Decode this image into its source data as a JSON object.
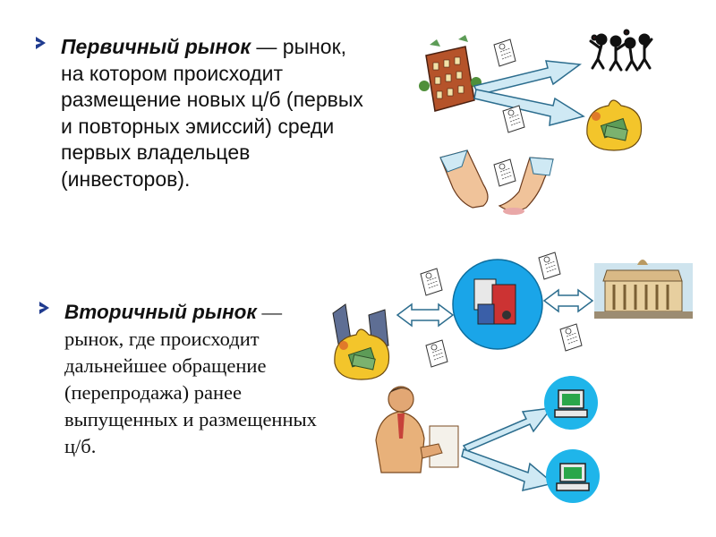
{
  "primary": {
    "term": "Первичный рынок",
    "dash": " — ",
    "definition": "рынок, на котором происходит размещение новых ц/б (первых и повторных эмиссий) среди первых владельцев (инвесторов)."
  },
  "secondary": {
    "term": "Вторичный рынок",
    "dash": " — ",
    "definition": "рынок, где происходит дальнейшее обращение (перепродажа) ранее выпущенных и размещенных ц/б."
  },
  "colors": {
    "bullet": "#1f3b8f",
    "arrow_fill": "#cfe9f4",
    "arrow_stroke": "#2c6d8e",
    "circle_fill": "#1aa5e8"
  },
  "icons": [
    "building-icon",
    "people-icon",
    "money-bag-icon",
    "hands-icon",
    "stock-certificate-icon",
    "exchange-icon",
    "stock-exchange-building-icon",
    "businessman-icon",
    "computer-icon"
  ]
}
